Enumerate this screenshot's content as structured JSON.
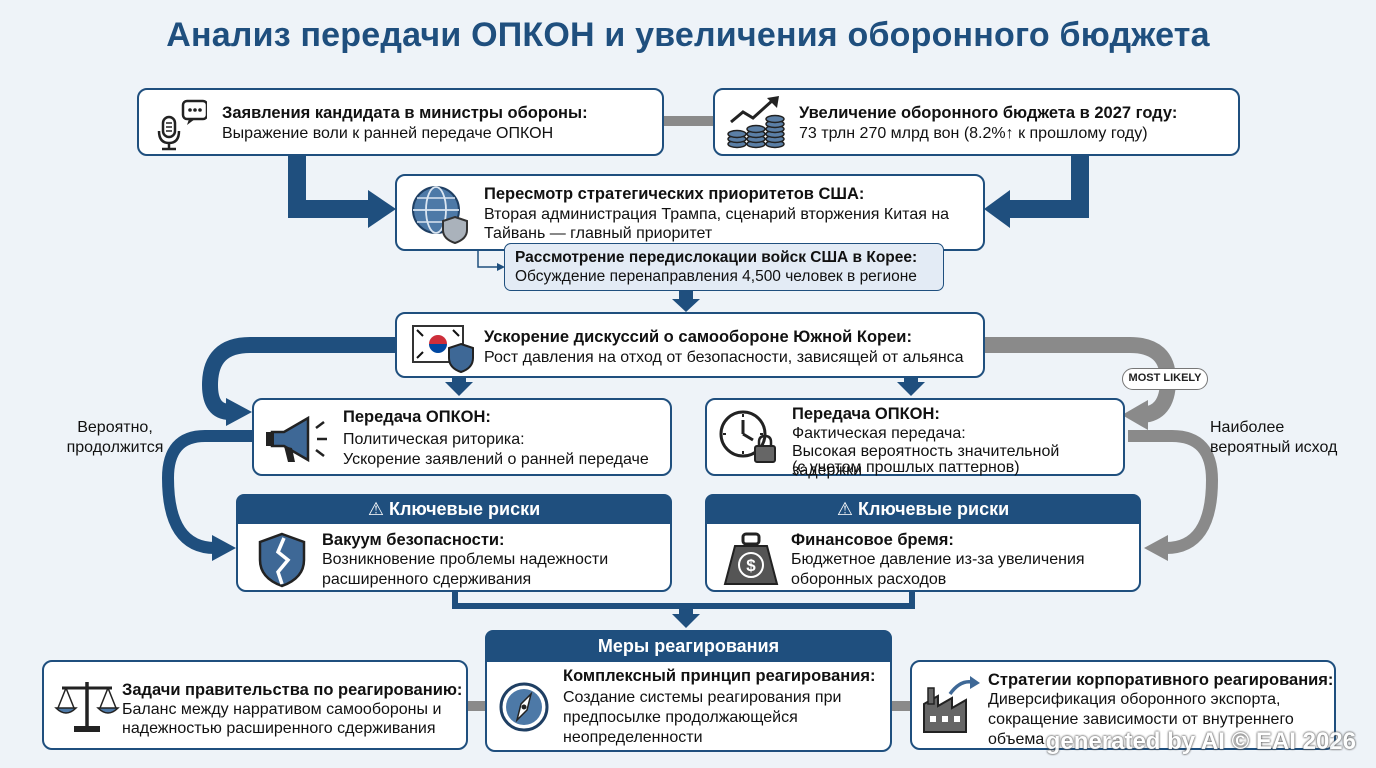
{
  "title": "Анализ передачи ОПКОН и увеличения оборонного бюджета",
  "top_left": {
    "title": "Заявления кандидата в министры обороны:",
    "desc": "Выражение воли к ранней передаче ОПКОН"
  },
  "top_right": {
    "title": "Увеличение оборонного бюджета в 2027 году:",
    "desc": "73 трлн 270 млрд вон (8.2%↑ к прошлому году)"
  },
  "us_priorities": {
    "title": "Пересмотр стратегических приоритетов США:",
    "desc_line1": "Вторая администрация Трампа, сценарий вторжения Китая на",
    "desc_line2": "Тайвань — главный приоритет"
  },
  "redeploy": {
    "title": "Рассмотрение передислокации войск США в Корее:",
    "desc": "Обсуждение перенаправления 4,500 человек в регионе"
  },
  "self_defense": {
    "title": "Ускорение дискуссий о самообороне Южной Кореи:",
    "desc": "Рост давления на отход от безопасности, зависящей от альянса"
  },
  "side_left": {
    "line1": "Вероятно,",
    "line2": "продолжится"
  },
  "side_right": {
    "line1": "Наиболее",
    "line2": "вероятный исход"
  },
  "most_likely": "MOST LIKELY",
  "opcon_left": {
    "title": "Передача ОПКОН:",
    "line1": "Политическая риторика:",
    "line2": "Ускорение заявлений о ранней передаче"
  },
  "opcon_right": {
    "title": "Передача ОПКОН:",
    "line1": "Фактическая передача:",
    "line2": "Высокая вероятность значительной задержки",
    "line3": "(с учетом прошлых паттернов)"
  },
  "risk_left": {
    "header": "Ключевые риски",
    "title": "Вакуум безопасности:",
    "line1": "Возникновение проблемы надежности",
    "line2": "расширенного сдерживания"
  },
  "risk_right": {
    "header": "Ключевые риски",
    "title": "Финансовое бремя:",
    "line1": "Бюджетное давление из-за увеличения",
    "line2": "оборонных расходов"
  },
  "measures": {
    "header": "Меры реагирования",
    "title": "Комплексный принцип реагирования:",
    "line1": "Создание системы реагирования при",
    "line2": "предпосылке продолжающейся",
    "line3": "неопределенности"
  },
  "gov": {
    "title": "Задачи правительства по реагированию:",
    "line1": "Баланс между нарративом самообороны и",
    "line2": "надежностью расширенного сдерживания"
  },
  "corp": {
    "title": "Стратегии корпоративного реагирования:",
    "line1": "Диверсификация оборонного экспорта,",
    "line2": "сокращение зависимости от внутреннего",
    "line3": "объема"
  },
  "watermark": "generated by AI © EAI 2026",
  "colors": {
    "navy": "#1f4f7e",
    "gray": "#8a8a8a",
    "bg": "#eef3f8"
  },
  "icons": [
    "microphone-speech-icon",
    "coins-growth-icon",
    "globe-shield-icon",
    "korea-flag-shield-icon",
    "megaphone-icon",
    "clock-lock-icon",
    "broken-shield-icon",
    "money-weight-icon",
    "compass-icon",
    "scales-icon",
    "factory-export-icon",
    "warning-icon"
  ]
}
